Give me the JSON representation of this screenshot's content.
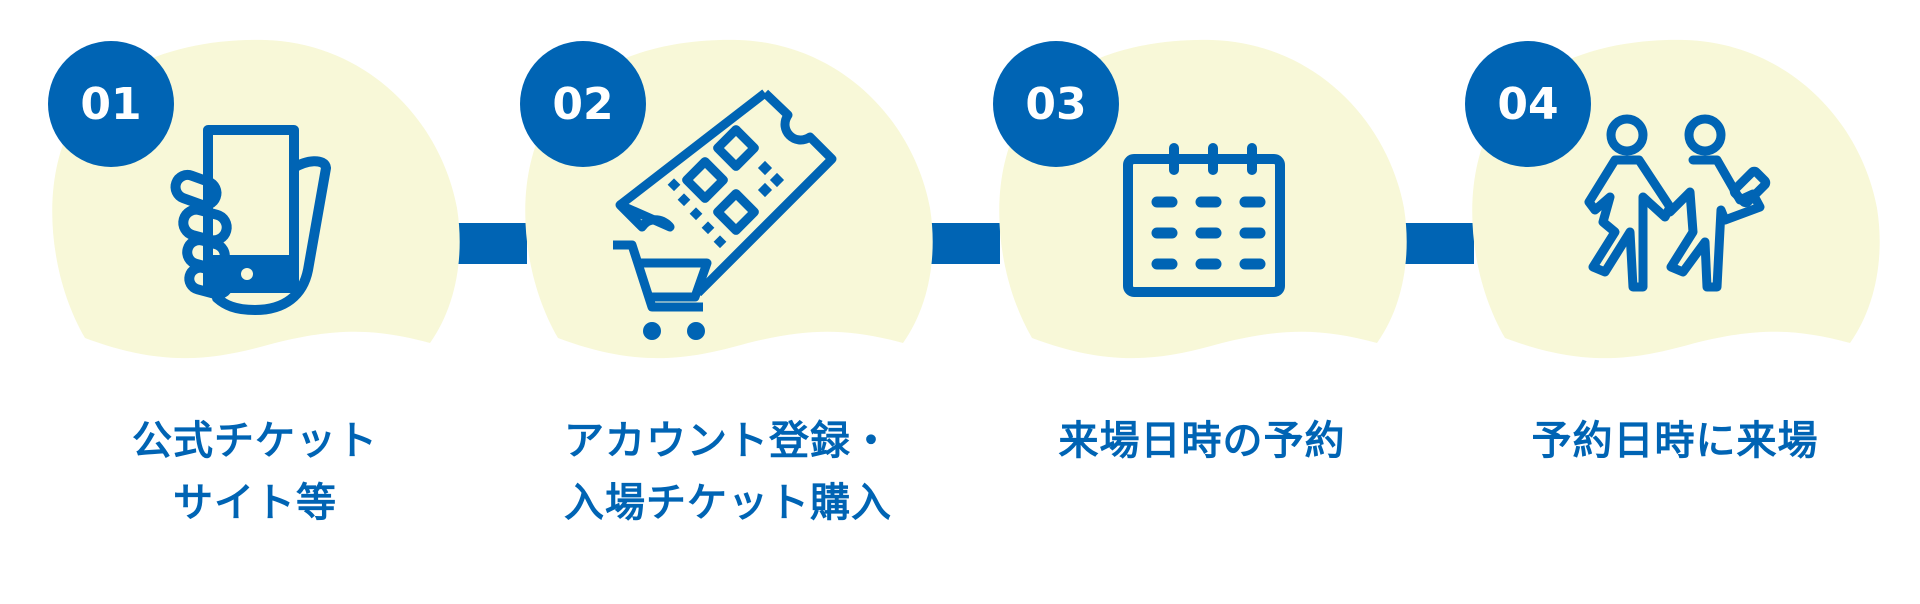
{
  "colors": {
    "primary": "#0064b4",
    "blob": "#f8f8d8",
    "background": "#ffffff"
  },
  "steps": [
    {
      "number": "01",
      "icon": "smartphone-in-hand-icon",
      "label_lines": [
        "公式チケット",
        "サイト等"
      ]
    },
    {
      "number": "02",
      "icon": "qr-ticket-cart-icon",
      "label_lines": [
        "アカウント登録・",
        "入場チケット購入"
      ]
    },
    {
      "number": "03",
      "icon": "calendar-icon",
      "label_lines": [
        "来場日時の予約"
      ]
    },
    {
      "number": "04",
      "icon": "people-walking-icon",
      "label_lines": [
        "予約日時に来場"
      ]
    }
  ]
}
